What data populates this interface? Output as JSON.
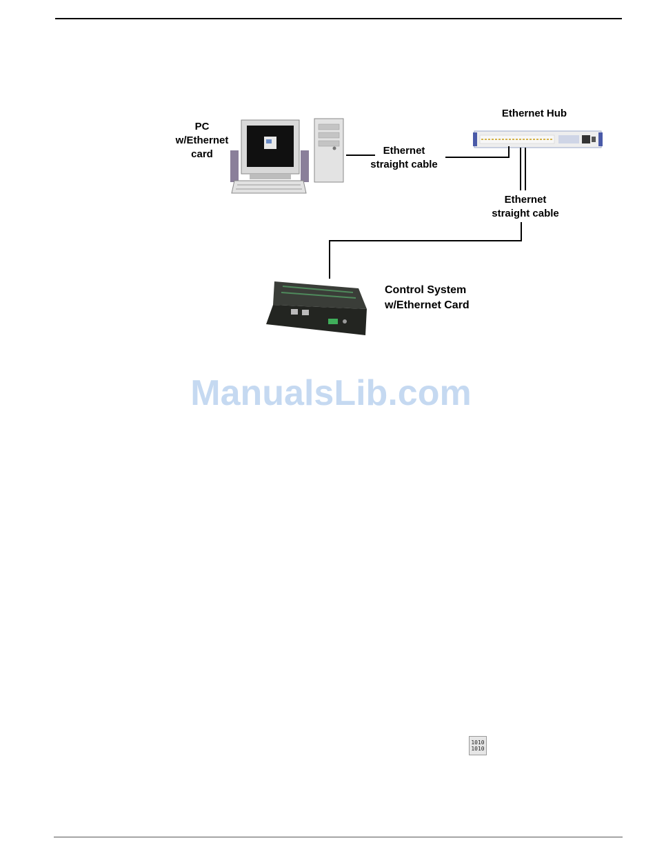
{
  "diagram": {
    "pc_label": [
      "PC",
      "w/Ethernet",
      "card"
    ],
    "cable1_label": [
      "Ethernet",
      "straight cable"
    ],
    "hub_label": "Ethernet Hub",
    "cable2_label": [
      "Ethernet",
      "straight cable"
    ],
    "control_label": [
      "Control System",
      "w/Ethernet Card"
    ]
  },
  "watermark": "ManualsLib.com",
  "icons": {
    "binary_icon": "1010-binary-icon",
    "binary_text": [
      "1010",
      "1010"
    ]
  }
}
